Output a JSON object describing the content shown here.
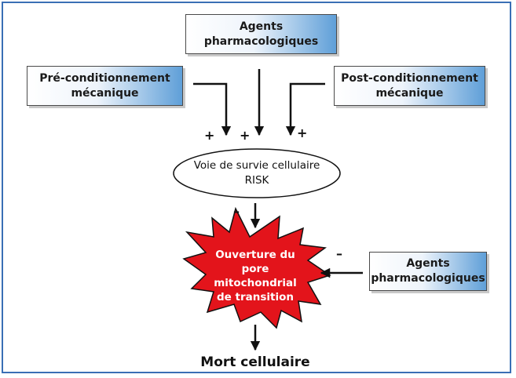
{
  "boxes": {
    "top": "Agents\npharmacologiques",
    "left": "Pré-conditionnement\nmécanique",
    "right": "Post-conditionnement\nmécanique",
    "bottom_right": "Agents\npharmacologiques"
  },
  "signs": {
    "plus_left": "+",
    "plus_center": "+",
    "plus_right": "+",
    "minus_center": "–",
    "minus_right": "–"
  },
  "ellipse": {
    "text": "Voie de survie cellulaire\nRISK"
  },
  "burst": {
    "text": "Ouverture du\npore\nmitochondrial\nde transition",
    "fill_color": "#e3141b"
  },
  "outcome": {
    "text": "Mort cellulaire"
  },
  "colors": {
    "frame": "#3a6fb5",
    "box_gradient_end": "#5f9fd8",
    "arrow": "#111111"
  }
}
